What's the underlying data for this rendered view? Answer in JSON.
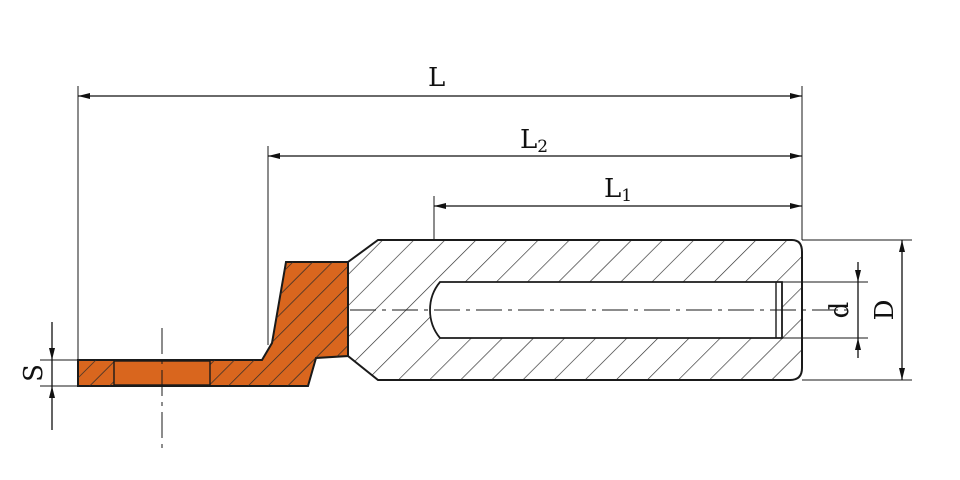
{
  "dimensions": {
    "L": {
      "main": "L",
      "sub": ""
    },
    "L2": {
      "main": "L",
      "sub": "2"
    },
    "L1": {
      "main": "L",
      "sub": "1"
    },
    "d": {
      "main": "d",
      "sub": ""
    },
    "D": {
      "main": "D",
      "sub": ""
    },
    "S": {
      "main": "S",
      "sub": ""
    }
  },
  "colors": {
    "background": "#ffffff",
    "line": "#1a1a1a",
    "hatch": "#2a2a2a",
    "tongue_fill": "#d9661e",
    "barrel_fill": "#ffffff"
  }
}
